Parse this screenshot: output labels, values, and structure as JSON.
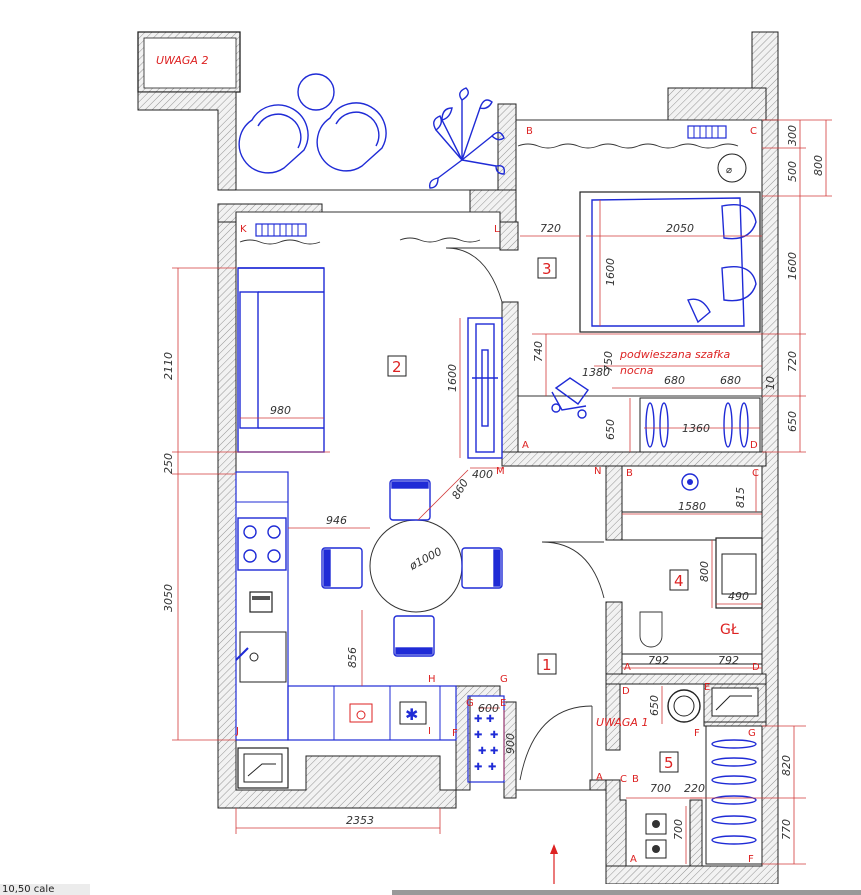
{
  "labels": {
    "uwaga2": "UWAGA 2",
    "uwaga1": "UWAGA 1",
    "gl": "GŁ",
    "podwieszana1": "podwieszana szafka",
    "podwieszana2": "nocna"
  },
  "rooms": [
    "1",
    "2",
    "3",
    "4",
    "5"
  ],
  "dimensions": {
    "d2110": "2110",
    "d250": "250",
    "d3050": "3050",
    "d980": "980",
    "d1600a": "1600",
    "d400": "400",
    "d860": "860",
    "d946": "946",
    "d1000": "ø1000",
    "d856": "856",
    "d2353": "2353",
    "d720a": "720",
    "d2050": "2050",
    "d1600b": "1600",
    "d740": "740",
    "d750": "750",
    "d1380": "1380",
    "d680a": "680",
    "d680b": "680",
    "d650a": "650",
    "d1360": "1360",
    "d300": "300",
    "d500": "500",
    "d800a": "800",
    "d1600c": "1600",
    "d720b": "720",
    "d650b": "650",
    "d10": "10",
    "d1580": "1580",
    "d815": "815",
    "d800b": "800",
    "d490": "490",
    "d792a": "792",
    "d792b": "792",
    "d650c": "650",
    "d600": "600",
    "d900": "900",
    "d700a": "700",
    "d220": "220",
    "d820": "820",
    "d700b": "700",
    "d770": "770"
  },
  "points": [
    "A",
    "B",
    "C",
    "D",
    "K",
    "L",
    "M",
    "N",
    "B",
    "C",
    "A",
    "D",
    "D",
    "E",
    "F",
    "G",
    "H",
    "I",
    "J",
    "G",
    "E",
    "F",
    "C",
    "B",
    "A",
    "F",
    "A",
    "G"
  ],
  "status": {
    "zoom": "10,50 cale"
  }
}
